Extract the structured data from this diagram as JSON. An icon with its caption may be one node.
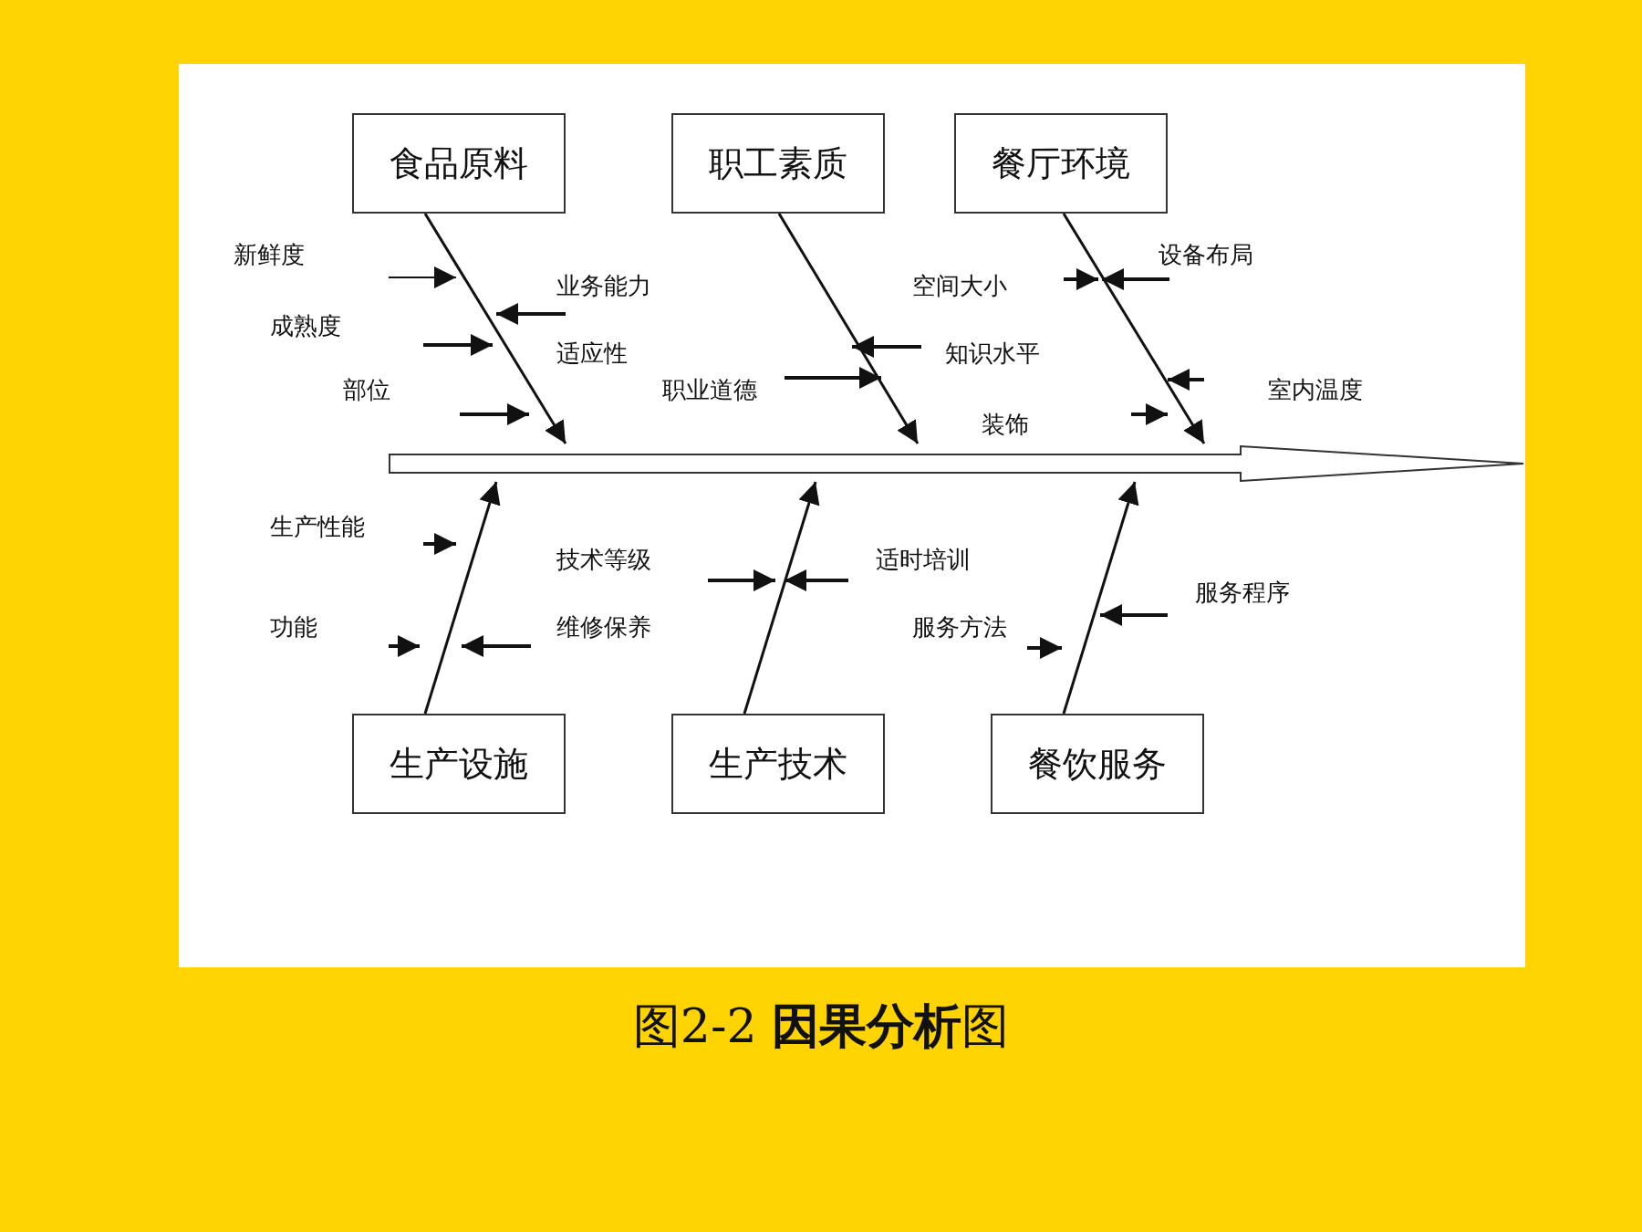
{
  "diagram": {
    "caption": "图2-2 **因果分析**图",
    "nodes": [
      {
        "text": [
          "食品原料"
        ]
      },
      {
        "text": [
          "职工素质"
        ]
      },
      {
        "text": [
          "餐厅环境"
        ]
      },
      {
        "text": [
          "生产设施"
        ]
      },
      {
        "text": [
          "生产技术"
        ]
      },
      {
        "text": [
          "餐饮服务"
        ]
      },
      {
        "text": [],
        "shape": "arrow"
      }
    ],
    "edges": [
      {
        "from": 0,
        "to": 6,
        "arrow": "to"
      },
      {
        "from": 1,
        "to": 6,
        "arrow": "to"
      },
      {
        "from": 2,
        "to": 6,
        "arrow": "to"
      },
      {
        "from": 3,
        "to": 6,
        "arrow": "to"
      },
      {
        "from": 4,
        "to": 6,
        "arrow": "to"
      },
      {
        "from": 5,
        "to": 6,
        "arrow": "to"
      }
    ],
    "labels": [
      "新鲜度",
      "业务能力",
      "成熟度",
      "适应性",
      "部位",
      "职业道德",
      "空间大小",
      "知识水平",
      "装饰",
      "设备布局",
      "室内温度",
      "生产性能",
      "技术等级",
      "适时培训",
      "服务程序",
      "功能",
      "维修保养",
      "服务方法"
    ]
  }
}
